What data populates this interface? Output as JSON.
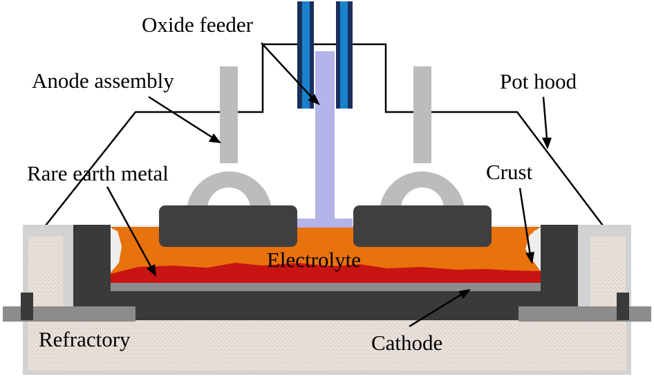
{
  "labels": {
    "oxide_feeder": "Oxide feeder",
    "anode_assembly": "Anode assembly",
    "pot_hood": "Pot hood",
    "rare_earth_metal": "Rare earth metal",
    "crust": "Crust",
    "electrolyte": "Electrolyte",
    "refractory": "Refractory",
    "cathode": "Cathode"
  },
  "colors": {
    "refractory_fill": "#e6ddd6",
    "outer_wall": "#d2d2d2",
    "inner_wall": "#3a3a3a",
    "electrolyte": "#e8720c",
    "metal": "#c81412",
    "anode": "#3f3f3f",
    "rod": "#bcbcbc",
    "feeder_tube": "#b4b4ea",
    "feeder_dark": "#1c2f5a",
    "feeder_light": "#1a82cc",
    "cathode_plate": "#8c8c8c",
    "crust": "#eeeeee"
  }
}
